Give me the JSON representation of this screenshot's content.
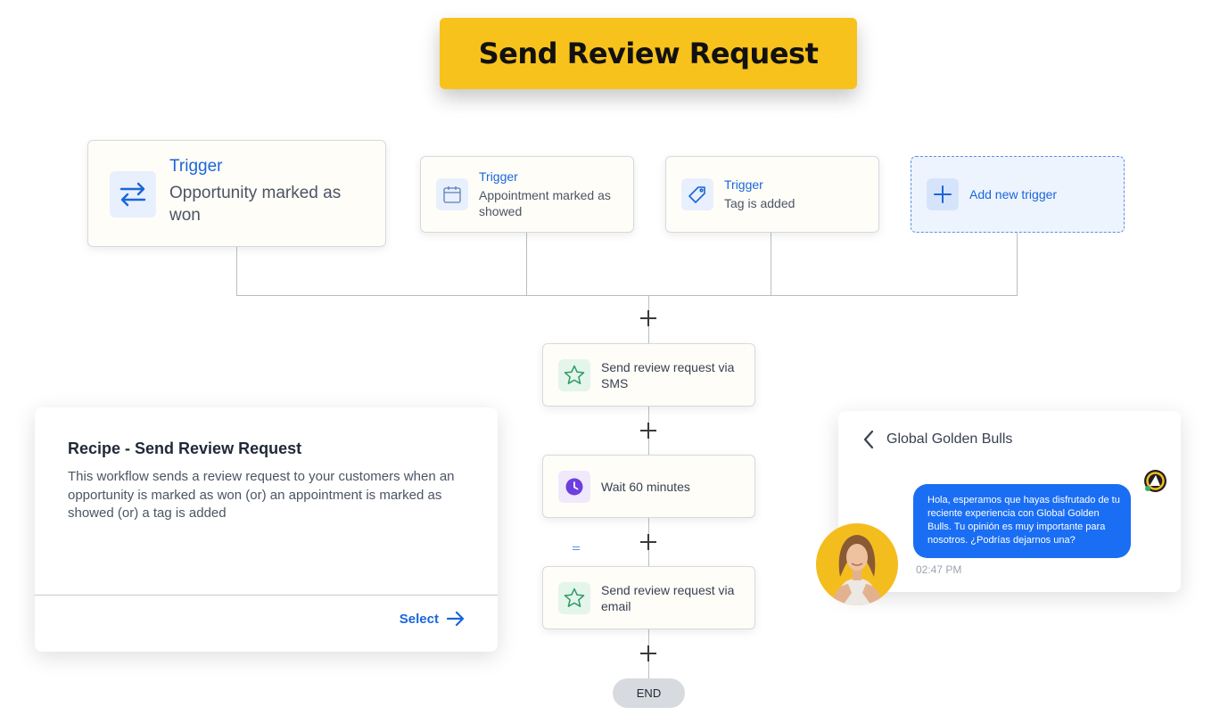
{
  "banner": {
    "title": "Send Review Request"
  },
  "triggers": [
    {
      "title": "Trigger",
      "subtitle": "Opportunity marked as won",
      "icon": "arrows-swap-icon"
    },
    {
      "title": "Trigger",
      "subtitle": "Appointment marked as showed",
      "icon": "calendar-icon"
    },
    {
      "title": "Trigger",
      "subtitle": "Tag is added",
      "icon": "tag-icon"
    }
  ],
  "add_trigger": {
    "label": "Add new trigger",
    "icon": "plus-icon"
  },
  "actions": [
    {
      "label": "Send review request via SMS",
      "icon": "star-icon"
    },
    {
      "label": "Wait 60 minutes",
      "icon": "clock-icon"
    },
    {
      "label": "Send review request via email",
      "icon": "star-icon"
    }
  ],
  "end": {
    "label": "END"
  },
  "recipe": {
    "title": "Recipe - Send Review Request",
    "description": "This workflow sends a review request to your customers when an opportunity is marked as won (or) an appointment is marked as showed (or) a tag is added",
    "select_label": "Select"
  },
  "chat": {
    "contact_name": "Global Golden Bulls",
    "message": "Hola, esperamos que hayas disfrutado de tu reciente experiencia con Global Golden Bulls. Tu opinión es muy importante para nosotros. ¿Podrías dejarnos una?",
    "time": "02:47 PM"
  },
  "colors": {
    "banner": "#f8c21c",
    "accent_blue": "#1a66d9",
    "bubble": "#1a6ef4",
    "star_green": "#2f9a63",
    "clock_purple": "#6d3ee0"
  }
}
